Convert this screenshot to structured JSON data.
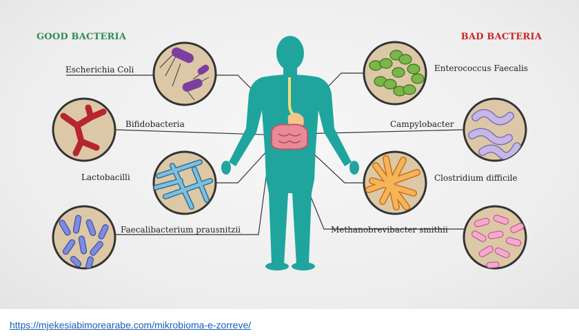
{
  "headings": {
    "good": "GOOD BACTERIA",
    "bad": "BAD BACTERIA"
  },
  "good_bacteria": [
    {
      "name": "Escherichia Coli"
    },
    {
      "name": "Bifidobacteria"
    },
    {
      "name": "Lactobacilli"
    },
    {
      "name": "Faecalibacterium prausnitzii"
    }
  ],
  "bad_bacteria": [
    {
      "name": "Enterococcus Faecalis"
    },
    {
      "name": "Campylobacter"
    },
    {
      "name": "Clostridium difficile"
    },
    {
      "name": "Methanobrevibacter smithii"
    }
  ],
  "source": {
    "url": "https://mjekesiabimorearabe.com/mikrobioma-e-zorreve/"
  },
  "colors": {
    "body": "#1fa59e",
    "circle_fill": "#dcc8a6",
    "circle_border": "#333333",
    "good_heading": "#2e8b57",
    "bad_heading": "#cc2222",
    "ecoli": "#7b3fa0",
    "bifido": "#b5262e",
    "lacto": "#5aa0c8",
    "faecali": "#5565c8",
    "enterococcus": "#7ab648",
    "campylobacter": "#b8a8dc",
    "clostridium": "#f0a038",
    "methano": "#f0a0c8",
    "link": "#1a5fb4"
  }
}
